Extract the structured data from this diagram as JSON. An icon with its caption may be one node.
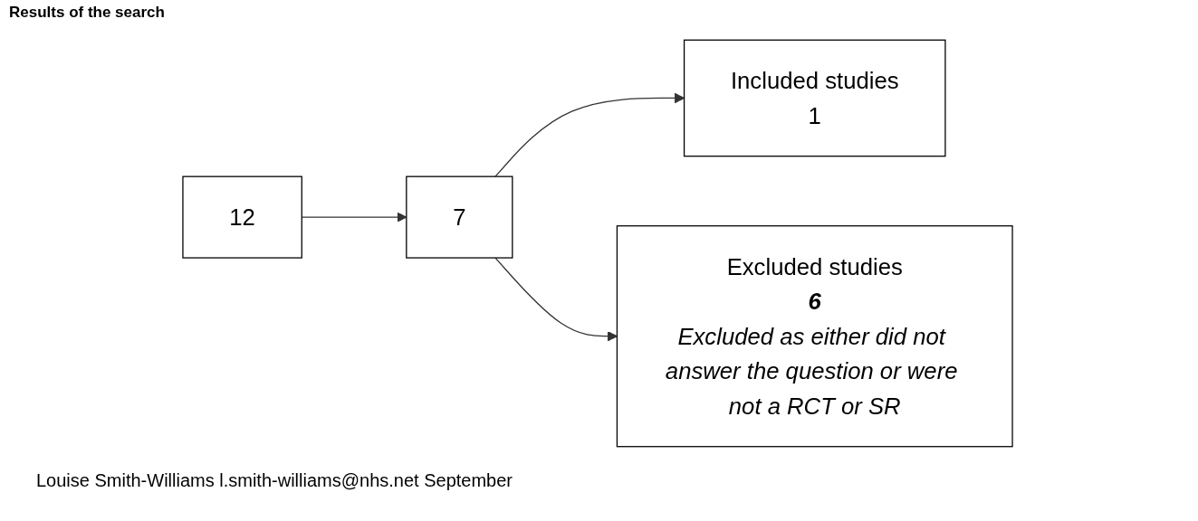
{
  "diagram": {
    "title": "Results of the search",
    "nodes": [
      {
        "text": [
          "12"
        ]
      },
      {
        "text": [
          "7"
        ]
      },
      {
        "text": [
          "Included studies",
          "1"
        ]
      },
      {
        "text": [
          "Excluded studies",
          "6",
          "Excluded as either did not answer the question or were not a RCT or SR"
        ]
      }
    ],
    "edges": [
      {
        "from": 0,
        "to": 1,
        "arrow": "to"
      },
      {
        "from": 1,
        "to": 2,
        "arrow": "to"
      },
      {
        "from": 1,
        "to": 3,
        "arrow": "to"
      }
    ],
    "labels": [
      "Louise Smith-Williams l.smith-williams@nhs.net September"
    ]
  }
}
